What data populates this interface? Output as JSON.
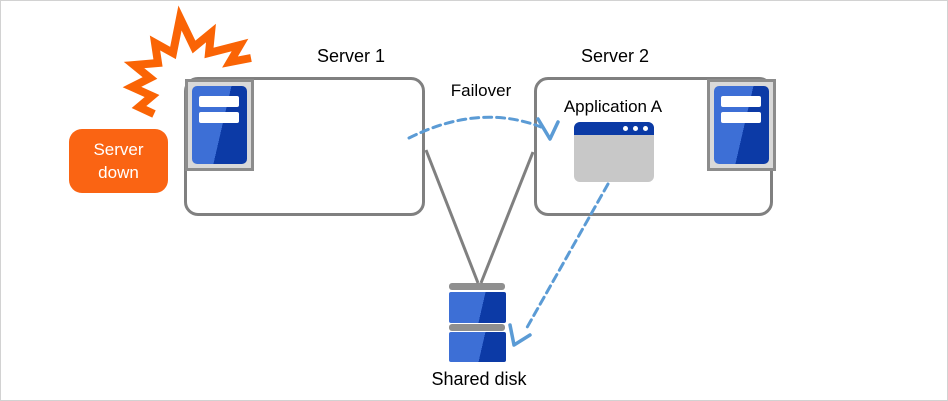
{
  "diagram": {
    "server1": {
      "label": "Server 1"
    },
    "server2": {
      "label": "Server 2"
    },
    "failover": {
      "label": "Failover"
    },
    "application": {
      "label": "Application A"
    },
    "shared_disk": {
      "label": "Shared disk"
    },
    "server_down": {
      "line1": "Server",
      "line2": "down"
    },
    "icons": {
      "explosion": "explosion-icon",
      "server_tower": "server-tower-icon",
      "application_window": "application-window-icon",
      "shared_disk": "shared-disk-icon",
      "failover_arrow": "failover-arrow",
      "app_to_disk_arrow": "app-to-disk-arrow"
    },
    "colors": {
      "accent_orange": "#FA6413",
      "arrow_blue": "#5B9BD5",
      "server_blue_light": "#3D6FD6",
      "server_blue_dark": "#0C3AA6",
      "titlebar_blue": "#0B3AA5",
      "line_gray": "#808080",
      "frame_gray": "#D9D9D9",
      "window_gray": "#C8C8C8",
      "platter_gray": "#8F8F8F"
    }
  }
}
